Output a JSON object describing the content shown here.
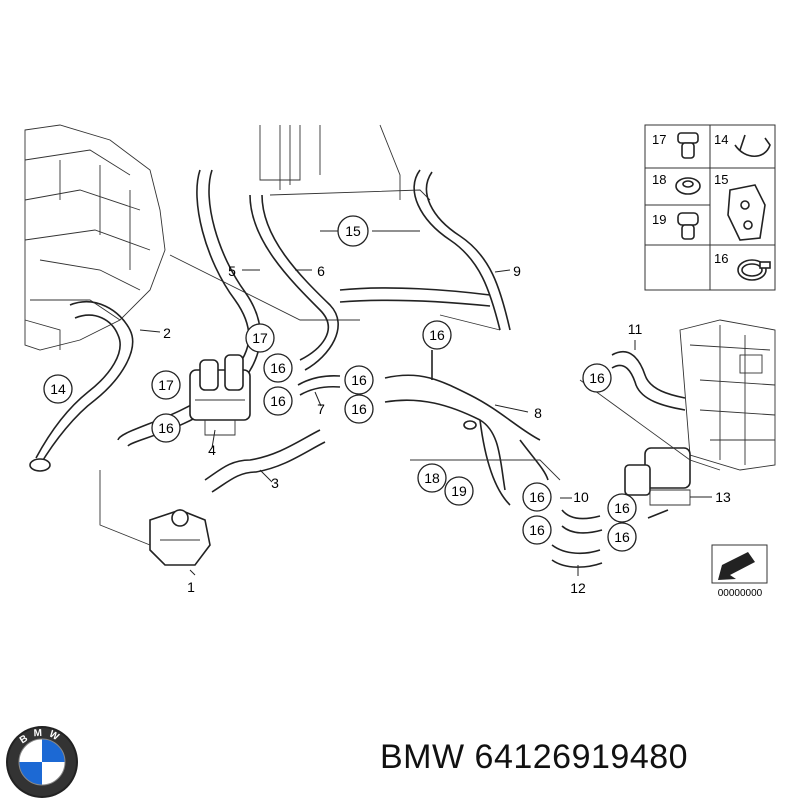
{
  "brand": "BMW",
  "part_number": "64126919480",
  "logo_letters": "BMW",
  "image_code": "00000000",
  "callouts_circled": [
    {
      "id": "c14-left",
      "label": "14"
    },
    {
      "id": "c15",
      "label": "15"
    },
    {
      "id": "c17-a",
      "label": "17"
    },
    {
      "id": "c17-b",
      "label": "17"
    },
    {
      "id": "c16-a",
      "label": "16"
    },
    {
      "id": "c16-b",
      "label": "16"
    },
    {
      "id": "c16-c",
      "label": "16"
    },
    {
      "id": "c16-d",
      "label": "16"
    },
    {
      "id": "c16-e",
      "label": "16"
    },
    {
      "id": "c16-f",
      "label": "16"
    },
    {
      "id": "c16-g",
      "label": "16"
    },
    {
      "id": "c16-h",
      "label": "16"
    },
    {
      "id": "c16-i",
      "label": "16"
    },
    {
      "id": "c16-j",
      "label": "16"
    },
    {
      "id": "c16-k",
      "label": "16"
    },
    {
      "id": "c18",
      "label": "18"
    },
    {
      "id": "c19",
      "label": "19"
    }
  ],
  "callouts_plain": [
    {
      "id": "n1",
      "label": "1"
    },
    {
      "id": "n2",
      "label": "2"
    },
    {
      "id": "n3",
      "label": "3"
    },
    {
      "id": "n4",
      "label": "4"
    },
    {
      "id": "n5",
      "label": "5"
    },
    {
      "id": "n6",
      "label": "6"
    },
    {
      "id": "n7",
      "label": "7"
    },
    {
      "id": "n8",
      "label": "8"
    },
    {
      "id": "n9",
      "label": "9"
    },
    {
      "id": "n10",
      "label": "10"
    },
    {
      "id": "n11",
      "label": "11"
    },
    {
      "id": "n12",
      "label": "12"
    },
    {
      "id": "n13",
      "label": "13"
    }
  ],
  "legend_items": [
    {
      "id": "l17",
      "label": "17"
    },
    {
      "id": "l14",
      "label": "14"
    },
    {
      "id": "l18",
      "label": "18"
    },
    {
      "id": "l15",
      "label": "15"
    },
    {
      "id": "l19",
      "label": "19"
    },
    {
      "id": "l16",
      "label": "16"
    }
  ]
}
